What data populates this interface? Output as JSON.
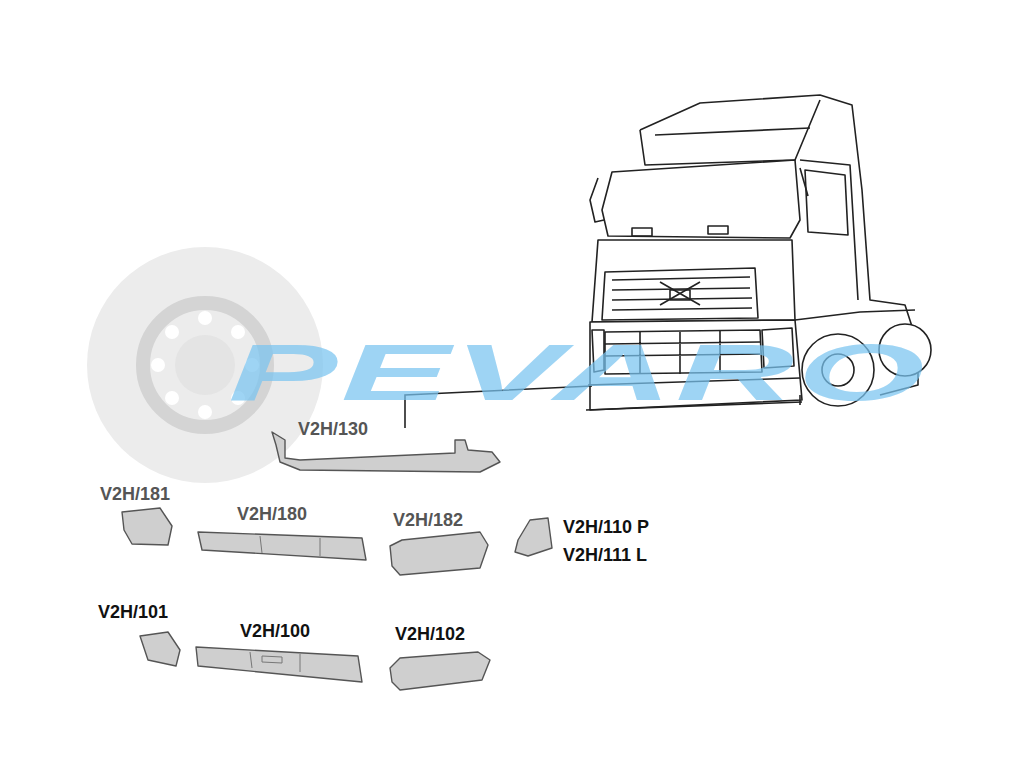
{
  "diagram": {
    "labels": [
      "PEVARO",
      "V2H/130",
      "V2H/181",
      "V2H/180",
      "V2H/182",
      "V2H/110 P",
      "V2H/111 L",
      "V2H/101",
      "V2H/100",
      "V2H/102"
    ]
  }
}
